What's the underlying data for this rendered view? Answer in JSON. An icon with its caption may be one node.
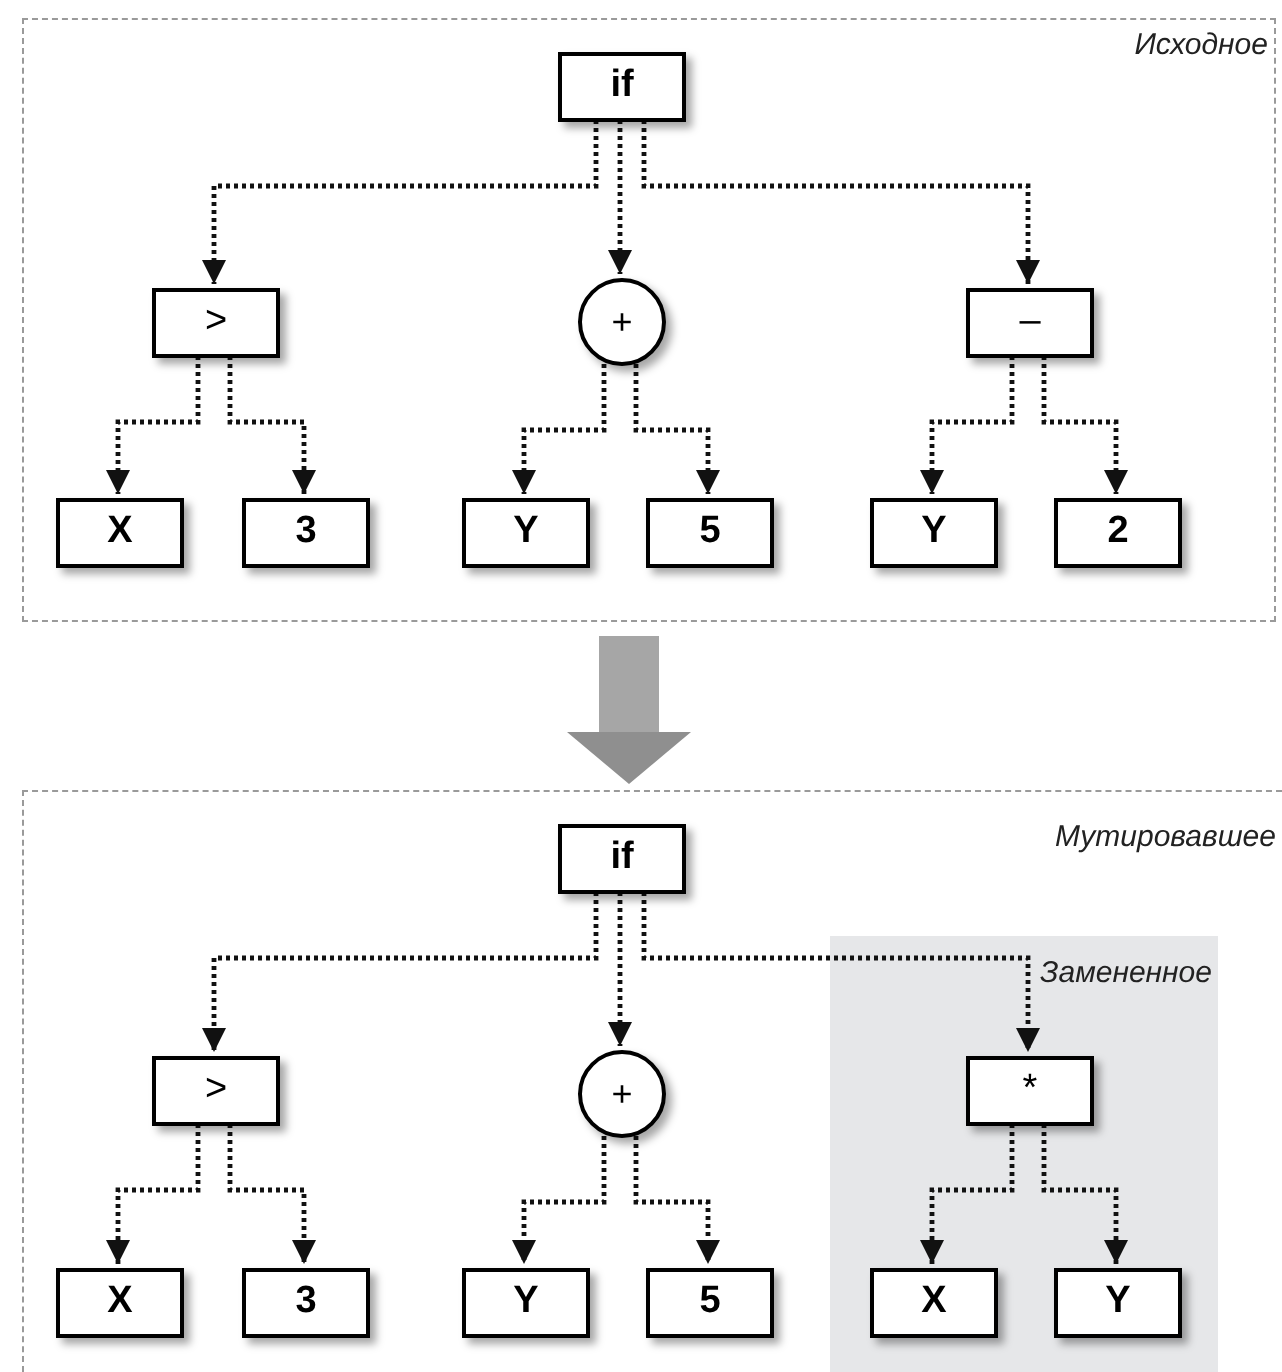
{
  "diagram": {
    "nodes": [
      {
        "text": [
          "Исходное"
        ]
      },
      {
        "text": [
          "if"
        ],
        "in": 0
      },
      {
        "text": [
          ">"
        ],
        "in": 0
      },
      {
        "text": [
          "+"
        ],
        "in": 0
      },
      {
        "text": [
          "–"
        ],
        "in": 0
      },
      {
        "text": [
          "X"
        ],
        "in": 0
      },
      {
        "text": [
          "3"
        ],
        "in": 0
      },
      {
        "text": [
          "Y"
        ],
        "in": 0
      },
      {
        "text": [
          "5"
        ],
        "in": 0
      },
      {
        "text": [
          "Y"
        ],
        "in": 0
      },
      {
        "text": [
          "2"
        ],
        "in": 0
      },
      {
        "text": [
          "Мутировавшее"
        ]
      },
      {
        "text": [
          "if"
        ],
        "in": 11
      },
      {
        "text": [
          ">"
        ],
        "in": 11
      },
      {
        "text": [
          "+"
        ],
        "in": 11
      },
      {
        "text": [
          "Замененное"
        ],
        "in": 11
      },
      {
        "text": [
          "*"
        ],
        "in": 15
      },
      {
        "text": [
          "X"
        ],
        "in": 11
      },
      {
        "text": [
          "3"
        ],
        "in": 11
      },
      {
        "text": [
          "Y"
        ],
        "in": 11
      },
      {
        "text": [
          "5"
        ],
        "in": 11
      },
      {
        "text": [
          "X"
        ],
        "in": 15
      },
      {
        "text": [
          "Y"
        ],
        "in": 15
      }
    ],
    "edges": [
      {
        "from": 1,
        "to": 2,
        "arrow": "to",
        "style": "dashed"
      },
      {
        "from": 1,
        "to": 3,
        "arrow": "to",
        "style": "dashed"
      },
      {
        "from": 1,
        "to": 4,
        "arrow": "to",
        "style": "dashed"
      },
      {
        "from": 2,
        "to": 5,
        "arrow": "to",
        "style": "dashed"
      },
      {
        "from": 2,
        "to": 6,
        "arrow": "to",
        "style": "dashed"
      },
      {
        "from": 3,
        "to": 7,
        "arrow": "to",
        "style": "dashed"
      },
      {
        "from": 3,
        "to": 8,
        "arrow": "to",
        "style": "dashed"
      },
      {
        "from": 4,
        "to": 9,
        "arrow": "to",
        "style": "dashed"
      },
      {
        "from": 4,
        "to": 10,
        "arrow": "to",
        "style": "dashed"
      },
      {
        "from": 0,
        "to": 11,
        "arrow": "to",
        "style": "thick",
        "color": "#a6a6a6"
      },
      {
        "from": 12,
        "to": 13,
        "arrow": "to",
        "style": "dashed"
      },
      {
        "from": 12,
        "to": 14,
        "arrow": "to",
        "style": "dashed"
      },
      {
        "from": 12,
        "to": 16,
        "arrow": "to",
        "style": "dashed"
      },
      {
        "from": 13,
        "to": 17,
        "arrow": "to",
        "style": "dashed"
      },
      {
        "from": 13,
        "to": 18,
        "arrow": "to",
        "style": "dashed"
      },
      {
        "from": 14,
        "to": 19,
        "arrow": "to",
        "style": "dashed"
      },
      {
        "from": 14,
        "to": 20,
        "arrow": "to",
        "style": "dashed"
      },
      {
        "from": 16,
        "to": 21,
        "arrow": "to",
        "style": "dashed"
      },
      {
        "from": 16,
        "to": 22,
        "arrow": "to",
        "style": "dashed"
      }
    ]
  }
}
